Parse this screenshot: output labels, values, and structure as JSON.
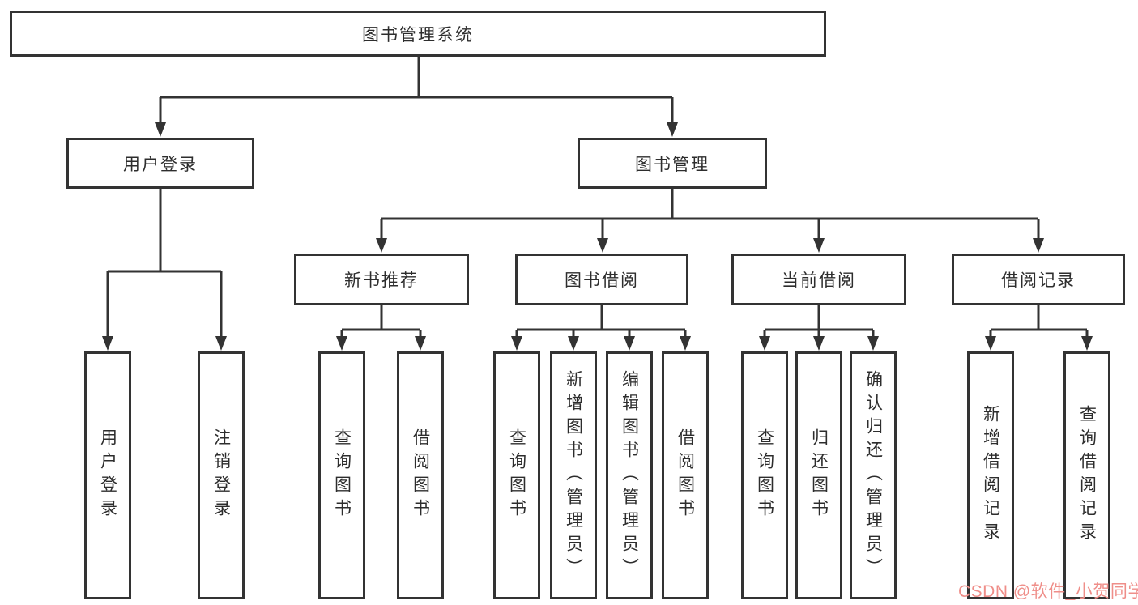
{
  "diagram": {
    "root": {
      "label": "图书管理系统"
    },
    "login": {
      "label": "用户登录",
      "children": [
        {
          "label": "用户登录"
        },
        {
          "label": "注销登录"
        }
      ]
    },
    "mgmt": {
      "label": "图书管理",
      "groups": [
        {
          "label": "新书推荐",
          "children": [
            {
              "label": "查询图书"
            },
            {
              "label": "借阅图书"
            }
          ]
        },
        {
          "label": "图书借阅",
          "children": [
            {
              "label": "查询图书"
            },
            {
              "label": "新增图书（管理员）"
            },
            {
              "label": "编辑图书（管理员）"
            },
            {
              "label": "借阅图书"
            }
          ]
        },
        {
          "label": "当前借阅",
          "children": [
            {
              "label": "查询图书"
            },
            {
              "label": "归还图书"
            },
            {
              "label": "确认归还（管理员）"
            }
          ]
        },
        {
          "label": "借阅记录",
          "children": [
            {
              "label": "新增借阅记录"
            },
            {
              "label": "查询借阅记录"
            }
          ]
        }
      ]
    }
  },
  "colors": {
    "line": "#333333",
    "border": "#333333",
    "text": "#2d2d2d",
    "background": "#ffffff",
    "watermark": "#ef8e89"
  },
  "watermark": {
    "text": "CSDN @软件_小贺同学"
  }
}
